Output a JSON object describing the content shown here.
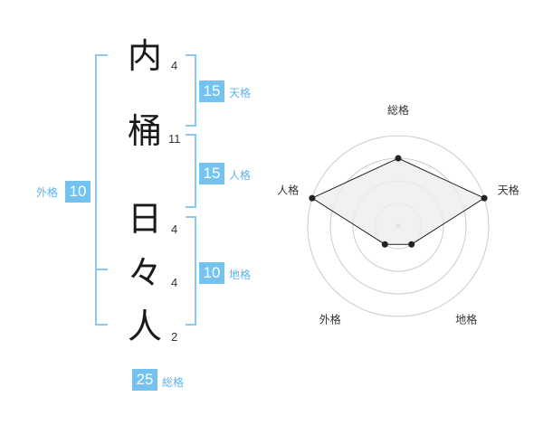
{
  "name": {
    "surname": [
      {
        "char": "内",
        "strokes": "4"
      },
      {
        "char": "桶",
        "strokes": "11"
      }
    ],
    "given": [
      {
        "char": "日",
        "strokes": "4"
      },
      {
        "char": "々",
        "strokes": "4"
      },
      {
        "char": "人",
        "strokes": "2"
      }
    ]
  },
  "kaku": {
    "tenkaku": {
      "label": "天格",
      "value": "15"
    },
    "jinkaku": {
      "label": "人格",
      "value": "15"
    },
    "chikaku": {
      "label": "地格",
      "value": "10"
    },
    "gaikaku": {
      "label": "外格",
      "value": "10"
    },
    "soukaku": {
      "label": "総格",
      "value": "25"
    }
  },
  "chart_data": {
    "type": "radar",
    "axes": [
      "総格",
      "天格",
      "地格",
      "外格",
      "人格"
    ],
    "values": [
      3,
      4,
      1,
      1,
      4
    ],
    "rings": 4,
    "max": 4,
    "colors": {
      "fill": "#eeeeee",
      "line": "#222222",
      "ring": "#cccccc",
      "center": "#bbbbbb"
    }
  },
  "colors": {
    "accent": "#74c2f0",
    "bracket": "#8cc9ef",
    "label": "#5fb4ea"
  }
}
